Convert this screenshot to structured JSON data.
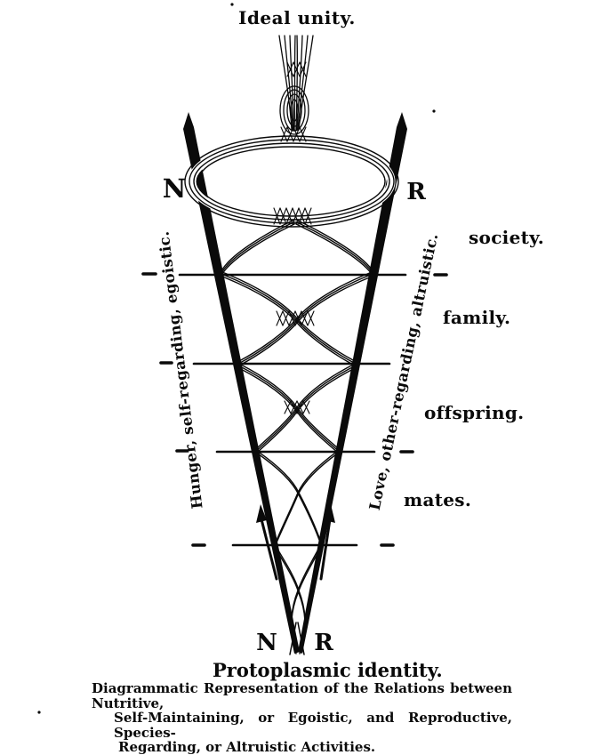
{
  "figure": {
    "top_label": "Ideal unity.",
    "bottom_label": "Protoplasmic identity.",
    "left_axis_label": "Hunger, self-regarding, egoistic.",
    "right_axis_label": "Love, other-regarding, altruistic.",
    "letters": {
      "top_left": "N",
      "top_right": "R",
      "bottom_left": "N",
      "bottom_right": "R"
    },
    "levels": [
      {
        "label": "society."
      },
      {
        "label": "family."
      },
      {
        "label": "offspring."
      },
      {
        "label": "mates."
      }
    ],
    "caption": {
      "line1": "Diagrammatic Representation of the Relations between Nutritive,",
      "line2": "Self-Maintaining, or Egoistic, and Reproductive, Species-",
      "line3": "Regarding, or Altruistic Activities."
    },
    "ink_color": "#0a0a0a",
    "background_color": "#ffffff"
  }
}
